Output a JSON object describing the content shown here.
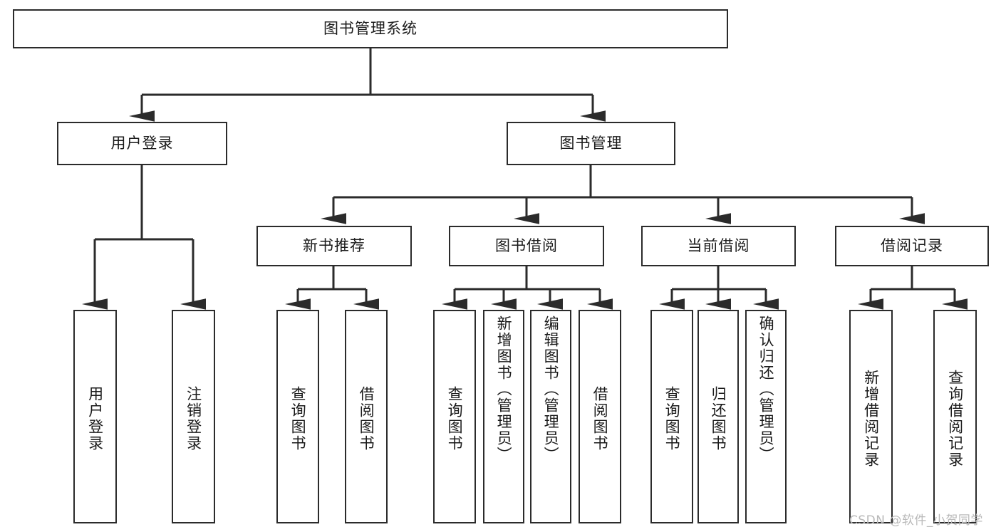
{
  "diagram": {
    "type": "tree-hierarchy-chart",
    "title": "图书管理系统",
    "stroke_color": "#2b2b2b",
    "background_color": "#ffffff",
    "text_color": "#1a1a1a",
    "nodes": {
      "root": {
        "label": "图书管理系统"
      },
      "level1": [
        {
          "id": "user-login",
          "label": "用户登录"
        },
        {
          "id": "book-manage",
          "label": "图书管理"
        }
      ],
      "level2": [
        {
          "id": "new-book-recommend",
          "label": "新书推荐"
        },
        {
          "id": "book-borrow",
          "label": "图书借阅"
        },
        {
          "id": "current-borrow",
          "label": "当前借阅"
        },
        {
          "id": "borrow-record",
          "label": "借阅记录"
        }
      ],
      "leaves": {
        "user-login": [
          {
            "id": "leaf-user-login",
            "label": "用户登录"
          },
          {
            "id": "leaf-logout-login",
            "label": "注销登录"
          }
        ],
        "new-book-recommend": [
          {
            "id": "leaf-query-book-1",
            "label": "查询图书"
          },
          {
            "id": "leaf-borrow-book-1",
            "label": "借阅图书"
          }
        ],
        "book-borrow": [
          {
            "id": "leaf-query-book-2",
            "label": "查询图书"
          },
          {
            "id": "leaf-add-book-admin",
            "label": "新增图书（管理员）"
          },
          {
            "id": "leaf-edit-book-admin",
            "label": "编辑图书（管理员）"
          },
          {
            "id": "leaf-borrow-book-2",
            "label": "借阅图书"
          }
        ],
        "current-borrow": [
          {
            "id": "leaf-query-book-3",
            "label": "查询图书"
          },
          {
            "id": "leaf-return-book",
            "label": "归还图书"
          },
          {
            "id": "leaf-confirm-return-admin",
            "label": "确认归还（管理员）"
          }
        ],
        "borrow-record": [
          {
            "id": "leaf-add-borrow-record",
            "label": "新增借阅记录"
          },
          {
            "id": "leaf-query-borrow-record",
            "label": "查询借阅记录"
          }
        ]
      }
    },
    "watermark": "CSDN @软件_小贺同学"
  }
}
